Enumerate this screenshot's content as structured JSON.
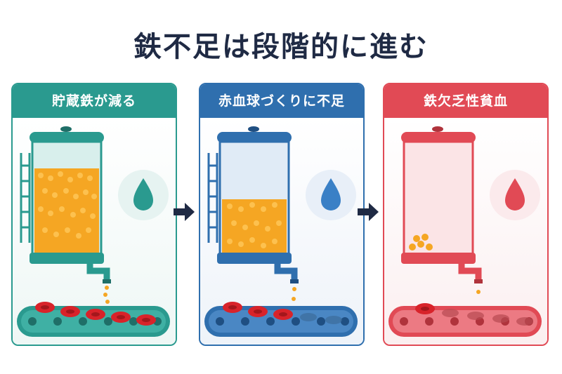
{
  "title": "鉄不足は段階的に進む",
  "panels": [
    {
      "label": "貯蔵鉄が減る",
      "icon": "water-drop-icon"
    },
    {
      "label": "赤血球づくりに不足",
      "icon": "water-drop-icon"
    },
    {
      "label": "鉄欠乏性貧血",
      "icon": "blood-drop-icon"
    }
  ],
  "colors": {
    "stage1": "#2a9a8f",
    "stage2": "#2f6fae",
    "stage3": "#e14a55",
    "iron": "#f5a623",
    "red_cell": "#d8232a",
    "arrow": "#1f2a44"
  }
}
